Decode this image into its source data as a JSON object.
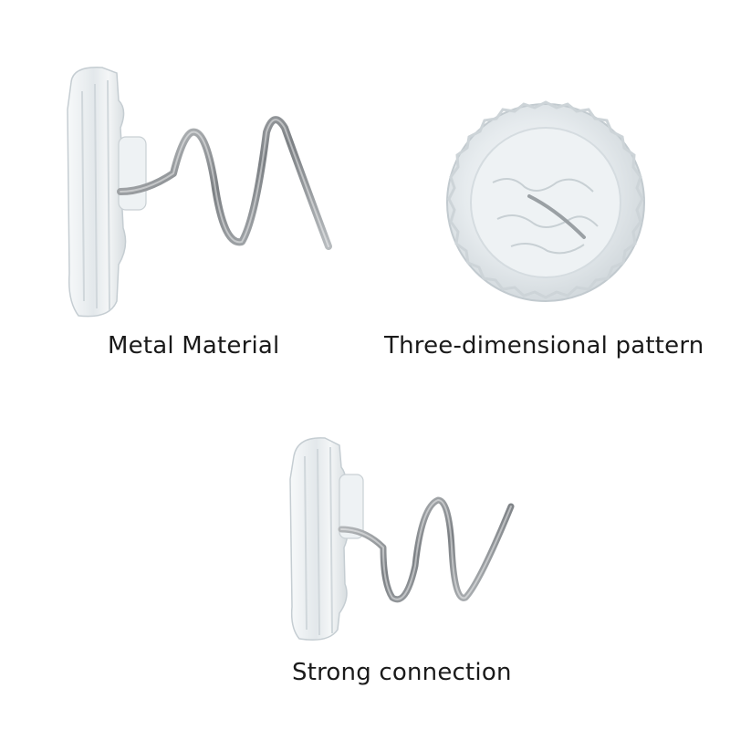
{
  "captions": {
    "metal": "Metal Material",
    "pattern": "Three-dimensional pattern",
    "strong": "Strong connection"
  },
  "colors": {
    "background": "#ffffff",
    "text": "#1a1a1a",
    "plastic": "#e9eef1",
    "metal": "#8a8e92"
  }
}
